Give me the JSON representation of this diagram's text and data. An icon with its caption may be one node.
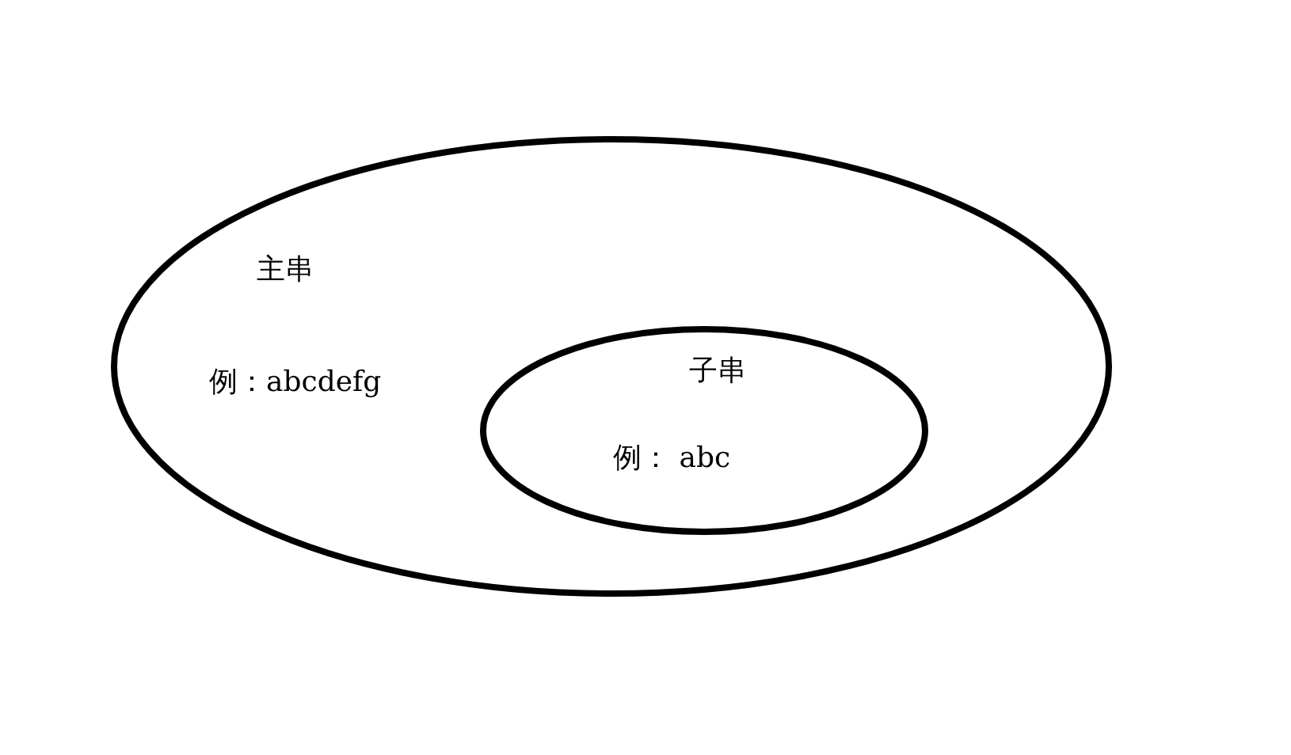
{
  "diagram": {
    "nodes": [
      {
        "text": [
          "主串",
          "例：abcdefg"
        ]
      },
      {
        "text": [
          "子串",
          "例： abc"
        ],
        "in": 0
      }
    ]
  }
}
